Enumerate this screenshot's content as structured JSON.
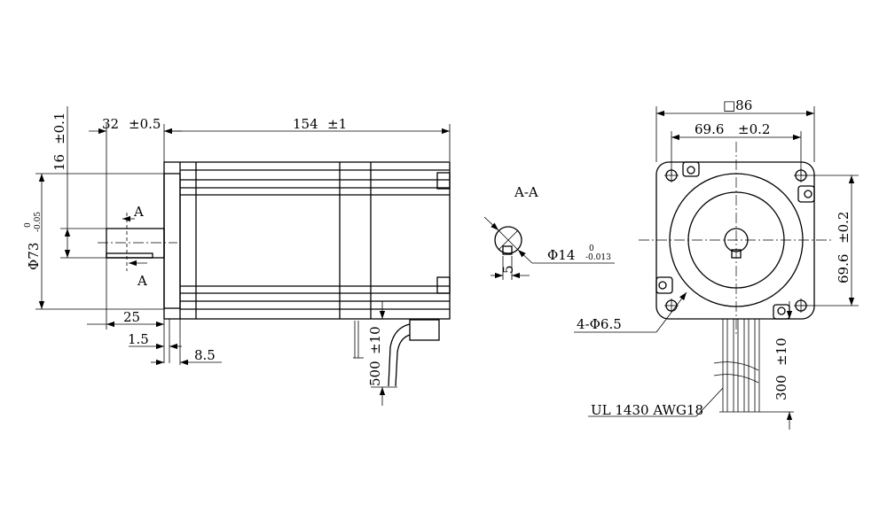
{
  "dims": {
    "len_32": "32",
    "tol_05": "±0.5",
    "len_154": "154",
    "tol_1": "±1",
    "len_16": "16",
    "tol_01": "±0.1",
    "dia_73": "Φ73",
    "tol_73_upper": "0",
    "tol_73_lower": "-0.05",
    "len_25": "25",
    "len_1_5": "1.5",
    "len_8_5": "8.5",
    "lead_500": "500",
    "tol_10": "±10",
    "section_letter": "A",
    "section_title": "A-A",
    "dia_14": "Φ14",
    "tol_14_upper": "0",
    "tol_14_lower": "-0.013",
    "key_5": "5",
    "sq_86": "□86",
    "len_69_6": "69.6",
    "tol_02": "±0.2",
    "holes": "4-Φ6.5",
    "lead_300": "300",
    "cable": "UL 1430 AWG18"
  }
}
